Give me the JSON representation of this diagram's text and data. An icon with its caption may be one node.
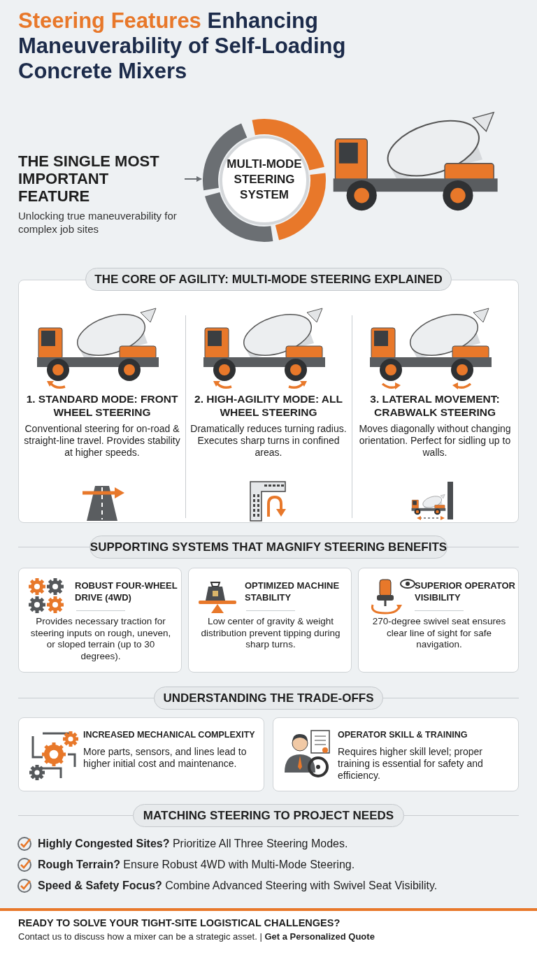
{
  "diagram": {
    "title": "**Steering Features** Enhancing Maneuverability of Self-Loading Concrete Mixers",
    "nodes": [
      {
        "text": [
          "THE SINGLE MOST IMPORTANT FEATURE",
          "Unlocking true maneuverability for complex job sites"
        ]
      },
      {
        "text": [
          "MULTI-MODE STEERING SYSTEM"
        ]
      },
      {
        "text": [
          "THE CORE OF AGILITY: MULTI-MODE STEERING EXPLAINED"
        ]
      },
      {
        "text": [],
        "shape": "box"
      },
      {
        "text": [
          "1. STANDARD MODE: FRONT WHEEL STEERING",
          "Conventional steering for on-road & straight-line travel. Provides stability at higher speeds."
        ],
        "in": 3
      },
      {
        "text": [
          "2. HIGH-AGILITY MODE: ALL WHEEL STEERING",
          "Dramatically reduces turning radius. Executes sharp turns in confined areas."
        ],
        "in": 3
      },
      {
        "text": [
          "3. LATERAL MOVEMENT: CRABWALK STEERING",
          "Moves diagonally without changing orientation. Perfect for sidling up to walls."
        ],
        "in": 3
      },
      {
        "text": [
          "SUPPORTING SYSTEMS THAT MAGNIFY STEERING BENEFITS"
        ]
      },
      {
        "text": [
          "ROBUST FOUR-WHEEL DRIVE (4WD)",
          "Provides necessary traction for steering inputs on rough, uneven, or sloped terrain (up to 30 degrees)."
        ]
      },
      {
        "text": [
          "OPTIMIZED MACHINE STABILITY",
          "Low center of gravity & weight distribution prevent tipping during sharp turns."
        ]
      },
      {
        "text": [
          "SUPERIOR OPERATOR VISIBILITY",
          "270-degree swivel seat ensures clear line of sight for safe navigation."
        ]
      },
      {
        "text": [
          "UNDERSTANDING THE TRADE-OFFS"
        ]
      },
      {
        "text": [
          "INCREASED MECHANICAL COMPLEXITY",
          "More parts, sensors, and lines lead to higher initial cost and maintenance."
        ]
      },
      {
        "text": [
          "OPERATOR SKILL & TRAINING",
          "Requires higher skill level; proper training is essential for safety and efficiency."
        ]
      },
      {
        "text": [
          "MATCHING STEERING TO PROJECT NEEDS"
        ]
      }
    ],
    "edges": [
      {
        "from": 0,
        "to": 1,
        "arrow": "to"
      }
    ],
    "labels": [
      "**Highly Congested Sites?** Prioritize All Three Steering Modes.",
      "**Rough Terrain?** Ensure Robust 4WD with Multi-Mode Steering.",
      "**Speed & Safety Focus?** Combine Advanced Steering with Swivel Seat Visibility.",
      "READY TO SOLVE YOUR TIGHT-SITE LOGISTICAL CHALLENGES?",
      "Contact us to discuss how a mixer can be a strategic asset. | **Get a Personalized Quote**"
    ]
  }
}
